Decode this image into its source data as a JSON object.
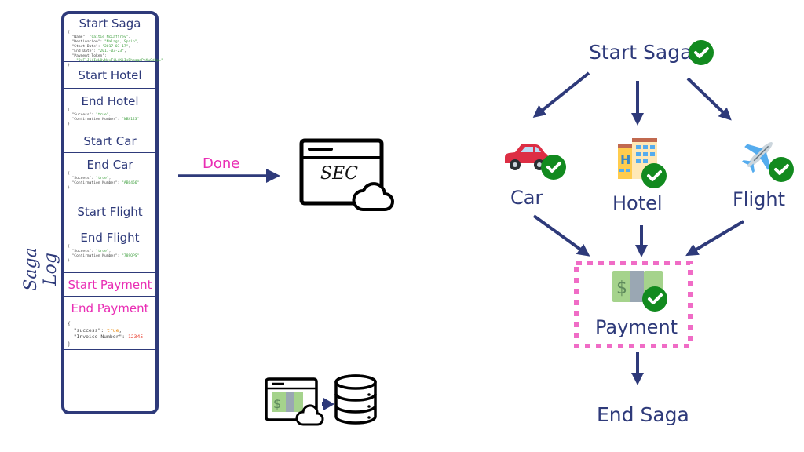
{
  "saga_log": {
    "label": "Saga Log",
    "entries": [
      {
        "title": "Start Saga",
        "code": "{\n  \"Name\": \"Caitie McCaffrey\",\n  \"Destination\": \"Malaga, Spain\",\n  \"Start Date\": \"2017-03-17\",\n  \"End Date\": \"2017-03-23\",\n  \"Payment Token\":\n    \"DeFlJiiIwL0yNqyTiLiKiIsDhmqqaPhKuOdOp=\"\n}"
      },
      {
        "title": "Start Hotel"
      },
      {
        "title": "End Hotel",
        "code": "{\n  \"Success\": \"true\",\n  \"Confirmation Number\": \"NBX123\"\n}"
      },
      {
        "title": "Start Car"
      },
      {
        "title": "End Car",
        "code": "{\n  \"Success\": \"true\",\n  \"Confirmation Number\": \"ABC456\"\n}"
      },
      {
        "title": "Start Flight"
      },
      {
        "title": "End Flight",
        "code": "{\n  \"Success\": \"true\",\n  \"Confirmation Number\": \"789QPS\"\n}"
      },
      {
        "title": "Start Payment",
        "highlight": true
      },
      {
        "title": "End Payment",
        "highlight": true,
        "code_lines": [
          "{",
          "  \"success\": ",
          "true",
          ",",
          "  \"Invoice Number\": ",
          "12345",
          "}"
        ]
      }
    ]
  },
  "arrow_label": "Done",
  "sec_icon": {
    "label": "SEC",
    "icon": "browser-window-cloud-icon"
  },
  "payment_db_icon": {
    "icon": "payment-to-database-icon"
  },
  "graph": {
    "start": "Start Saga",
    "car": "Car",
    "hotel": "Hotel",
    "flight": "Flight",
    "payment": "Payment",
    "end": "End Saga"
  },
  "colors": {
    "navy": "#2e3a7a",
    "pink": "#e92db4",
    "check_green": "#128a1f",
    "dashed_border": "#f06cc6"
  }
}
